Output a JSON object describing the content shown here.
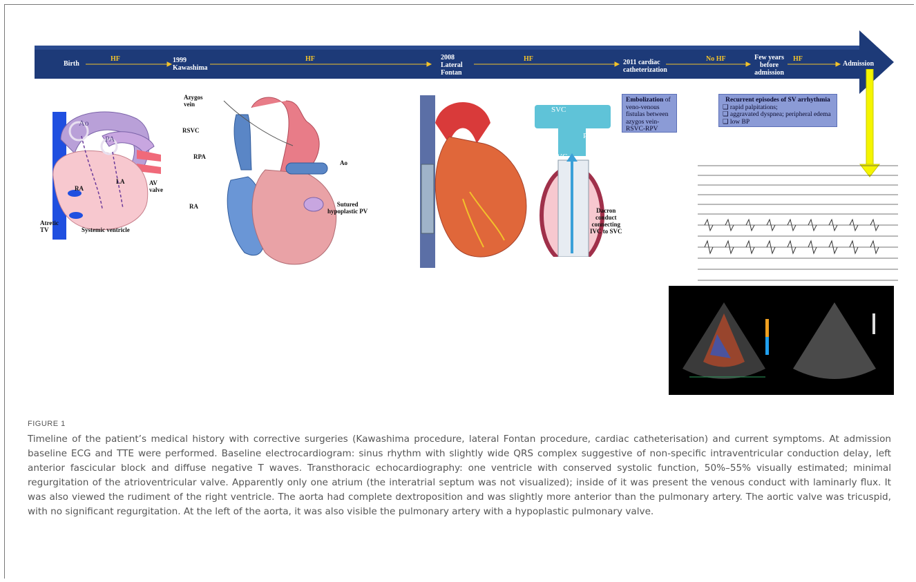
{
  "timeline": {
    "nodes": [
      {
        "label": "Birth"
      },
      {
        "label": "1999\nKawashima"
      },
      {
        "label": "2008\nLateral\nFontan"
      },
      {
        "label": "2011 cardiac\ncatheterization"
      },
      {
        "label": "Few years\nbefore\nadmission"
      },
      {
        "label": "Admission"
      }
    ],
    "segments": [
      "HF",
      "HF",
      "HF",
      "No HF",
      "HF"
    ]
  },
  "callouts": {
    "embolization_bold": "Embolization",
    "embolization_rest": " of veno-venous fistulas between azygos vein-RSVC-RPV",
    "arrhythmia_title": "Recurrent episodes of SV arrhythmia",
    "arrhythmia_items": [
      "❑ rapid palpitations;",
      "❑ aggravated dyspnea; peripheral edema",
      "❑ low BP"
    ]
  },
  "diagram1": {
    "labels": {
      "ao": "Ao",
      "pa": "PA",
      "ra": "RA",
      "la": "LA",
      "av": "AV\nvalve",
      "atretic": "Atretic\nTV",
      "systemic": "Systemic ventricle"
    }
  },
  "diagram2": {
    "labels": {
      "azygos": "Azygos\nvein",
      "rsvc": "RSVC",
      "rpa": "RPA",
      "ra": "RA",
      "ao": "Ao",
      "sutured": "Sutured\nhypoplastic PV"
    }
  },
  "diagram3": {
    "labels": {
      "svc_top": "SVC",
      "pa": "PA",
      "svc_inner": "SVC",
      "dacron": "Dacron\nconduct\nconnecting\nIVC to SVC"
    }
  },
  "colors": {
    "timeline_blue": "#1d3a78",
    "hf_label": "#f2c22b",
    "callout_bg": "#8b9bd6",
    "yellow_arrow": "#f5f500"
  },
  "caption": {
    "label": "FIGURE 1",
    "text": "Timeline of the patient’s medical history with corrective surgeries (Kawashima procedure, lateral Fontan procedure, cardiac catheterisation) and current symptoms. At admission baseline ECG and TTE were performed. Baseline electrocardiogram: sinus rhythm with slightly wide QRS complex suggestive of non-specific intraventricular conduction delay, left anterior fascicular block and diffuse negative T waves. Transthoracic echocardiography: one ventricle with conserved systolic function, 50%–55% visually estimated; minimal regurgitation of the atrioventricular valve. Apparently only one atrium (the interatrial septum was not visualized); inside of it was present the venous conduct with laminarly flux. It was also viewed the rudiment of the right ventricle. The aorta had complete dextroposition and was slightly more anterior than the pulmonary artery. The aortic valve was tricuspid, with no significant regurgitation. At the left of the aorta, it was also visible the pulmonary artery with a hypoplastic pulmonary valve."
  }
}
